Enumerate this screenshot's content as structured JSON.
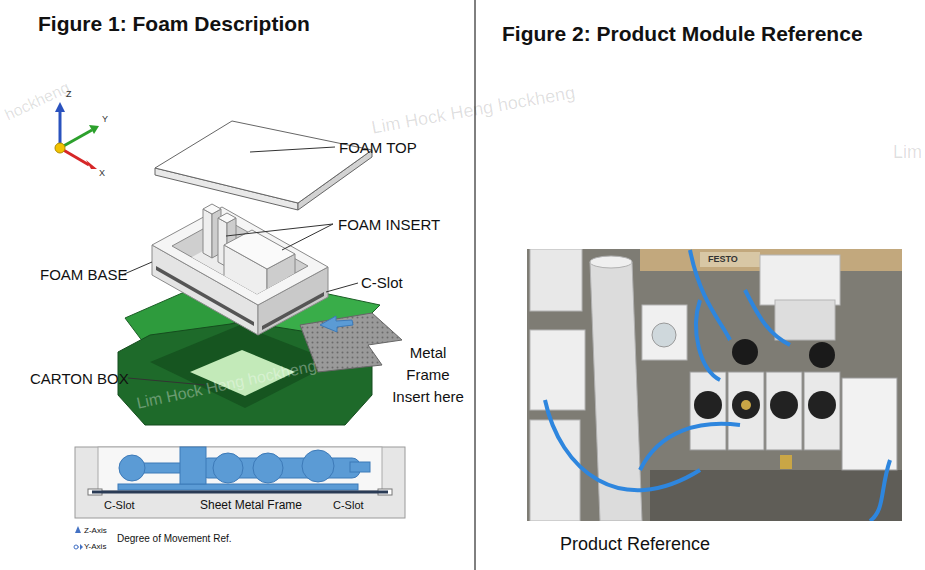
{
  "diagram": {
    "title": "Figure 1: Foam Description",
    "labels": [
      "Figure 2: Product Module Reference",
      "Z",
      "Y",
      "X",
      "FOAM TOP",
      "FOAM INSERT",
      "FOAM BASE",
      "C-Slot",
      "CARTON BOX",
      "Metal Frame Insert here",
      "C-Slot",
      "Sheet Metal Frame",
      "C-Slot",
      "Degree of Movement Ref.",
      "FESTO",
      "Product Reference",
      "hockheng",
      "Lim Hock Heng hockheng",
      "Lim",
      "Lim Hock Heng hockheng"
    ],
    "legend": [
      {
        "text": "Z-Axis"
      },
      {
        "text": "Y-Axis"
      }
    ]
  }
}
